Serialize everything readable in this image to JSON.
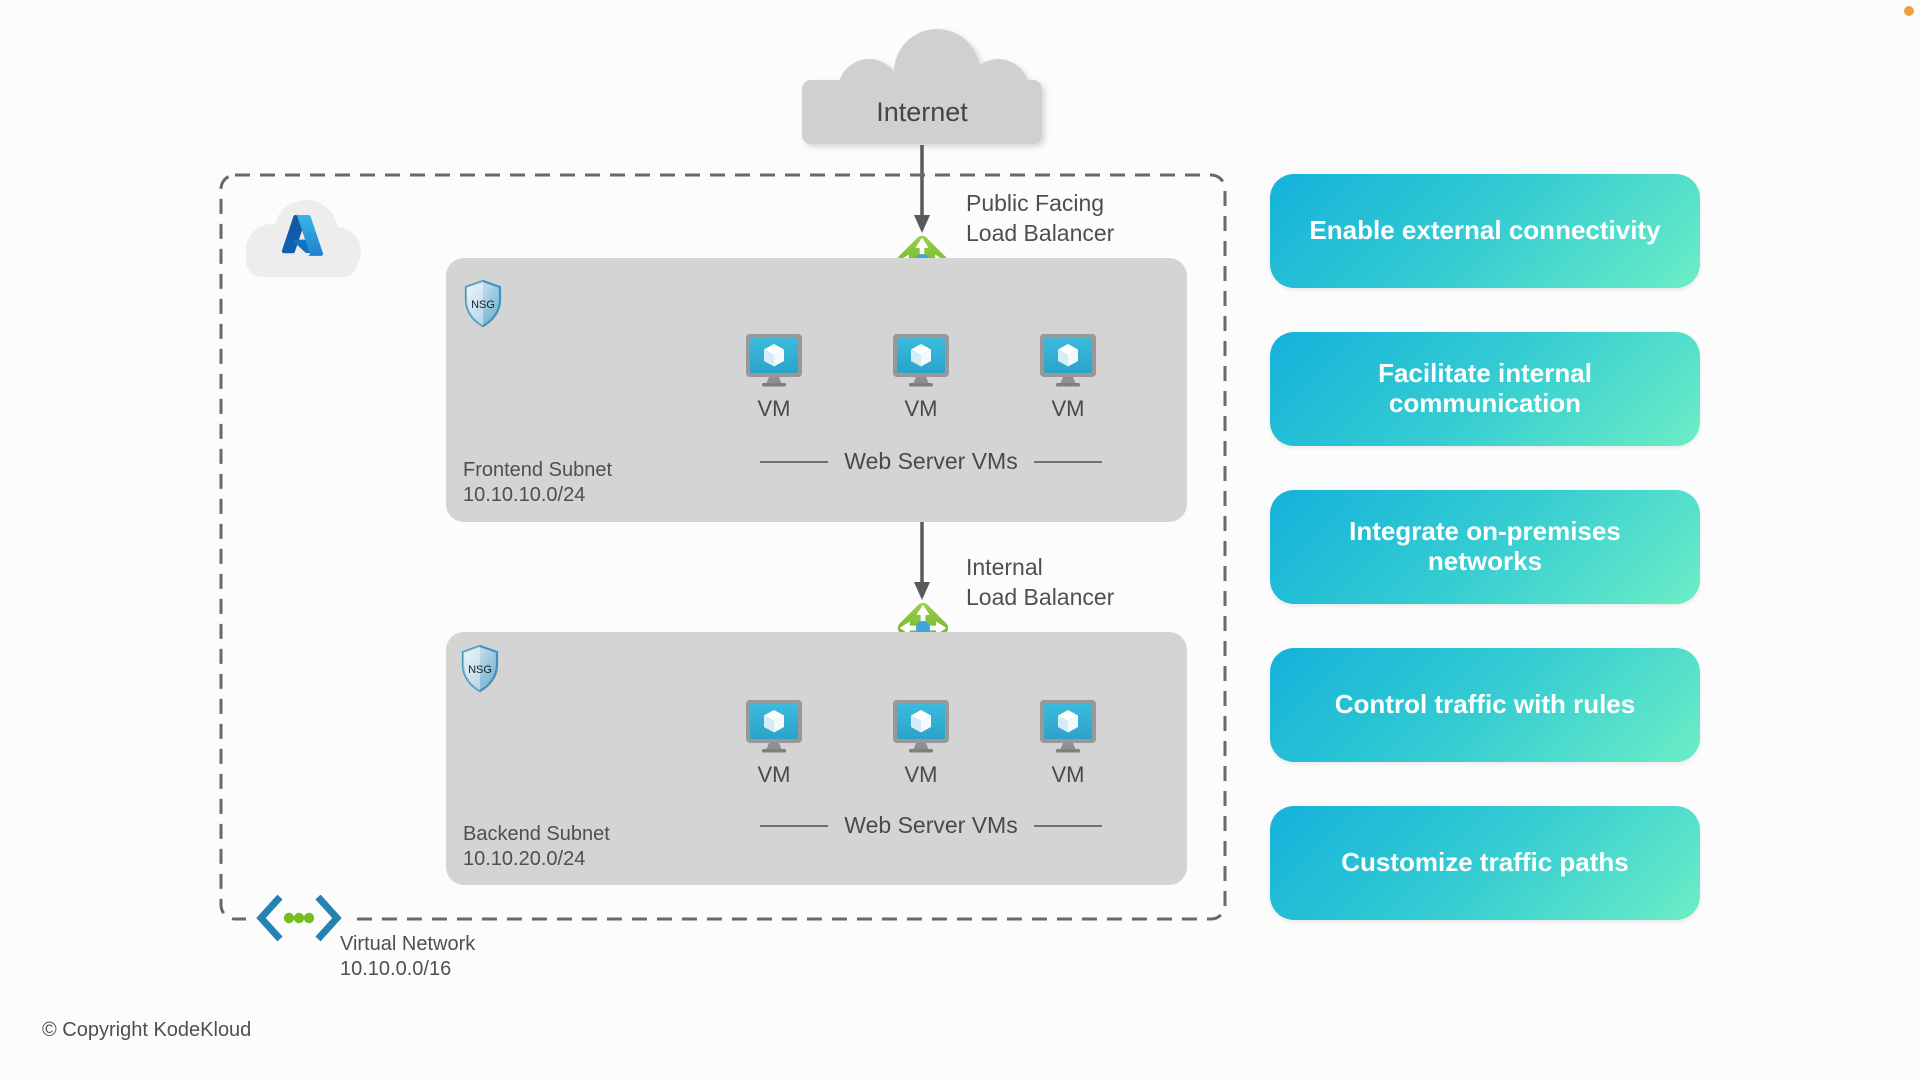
{
  "internet": {
    "label": "Internet"
  },
  "load_balancers": {
    "public": {
      "line1": "Public Facing",
      "line2": "Load Balancer"
    },
    "internal": {
      "line1": "Internal",
      "line2": "Load Balancer"
    }
  },
  "subnets": [
    {
      "name": "Frontend Subnet",
      "cidr": "10.10.10.0/24",
      "nsg_label": "NSG",
      "vm_label": "VM",
      "group_label": "Web Server VMs"
    },
    {
      "name": "Backend Subnet",
      "cidr": "10.10.20.0/24",
      "nsg_label": "NSG",
      "vm_label": "VM",
      "group_label": "Web Server VMs"
    }
  ],
  "vnet": {
    "name": "Virtual Network",
    "cidr": "10.10.0.0/16"
  },
  "callouts": [
    {
      "label": "Enable external connectivity"
    },
    {
      "label": "Facilitate internal communication"
    },
    {
      "label": "Integrate on-premises networks"
    },
    {
      "label": "Control traffic with rules"
    },
    {
      "label": "Customize traffic paths"
    }
  ],
  "footer": {
    "copyright": "© Copyright KodeKloud"
  },
  "icons": {
    "internet": "cloud-icon",
    "platform": "azure-logo-icon",
    "security": "nsg-shield-icon",
    "balancer": "load-balancer-diamond-icon",
    "compute": "vm-monitor-icon",
    "network": "angle-brackets-dots-icon"
  },
  "colors": {
    "callout_gradient_start": "#14b2db",
    "callout_gradient_mid": "#35ccd2",
    "callout_gradient_end": "#6ceec6",
    "lb_green": "#76bc21",
    "nsg_blue": "#4394bb",
    "vm_screen_teal": "#32b1d4",
    "vnet_bracket_blue": "#2583b1",
    "subnet_gray": "#d4d4d4",
    "cloud_gray": "#d0d0d0",
    "accent_dot_orange": "#e9a23b",
    "arrow_gray": "#58595b"
  }
}
